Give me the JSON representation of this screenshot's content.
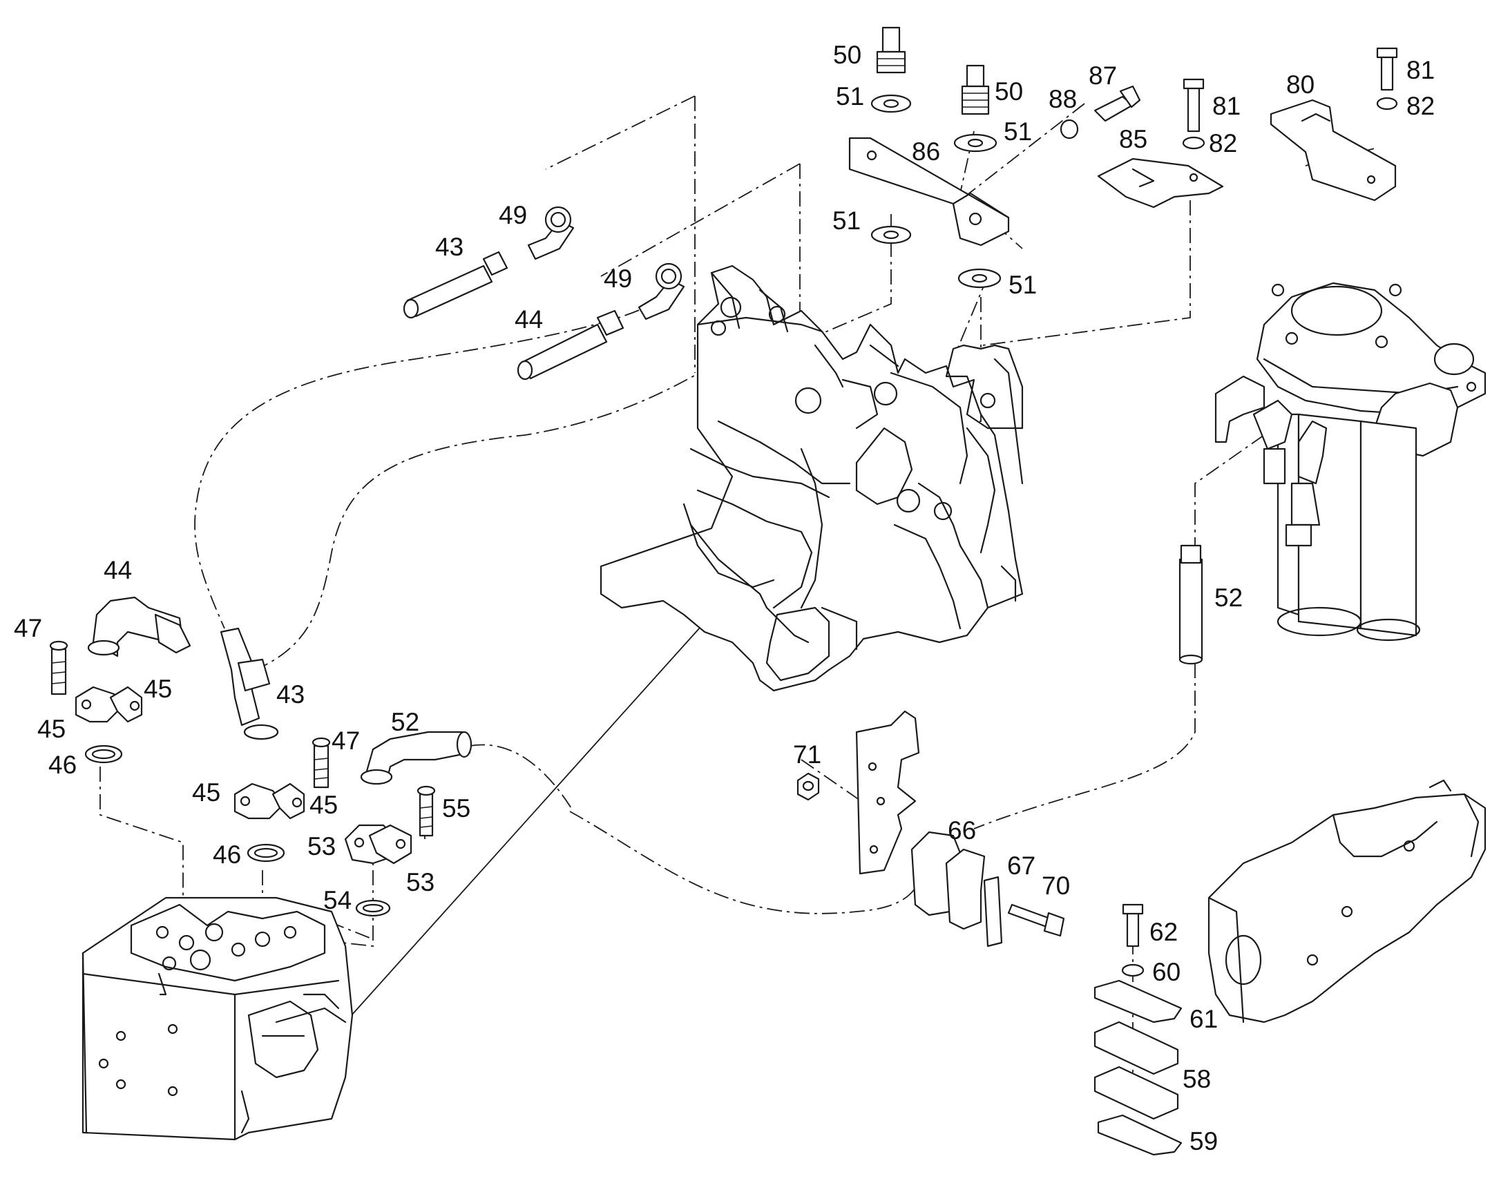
{
  "callouts": [
    {
      "id": "c50a",
      "text": "50"
    },
    {
      "id": "c51a",
      "text": "51"
    },
    {
      "id": "c50b",
      "text": "50"
    },
    {
      "id": "c51b",
      "text": "51"
    },
    {
      "id": "c88",
      "text": "88"
    },
    {
      "id": "c87",
      "text": "87"
    },
    {
      "id": "c86",
      "text": "86"
    },
    {
      "id": "c51c",
      "text": "51"
    },
    {
      "id": "c51d",
      "text": "51"
    },
    {
      "id": "c85",
      "text": "85"
    },
    {
      "id": "c81a",
      "text": "81"
    },
    {
      "id": "c82a",
      "text": "82"
    },
    {
      "id": "c80",
      "text": "80"
    },
    {
      "id": "c81b",
      "text": "81"
    },
    {
      "id": "c82b",
      "text": "82"
    },
    {
      "id": "c49a",
      "text": "49"
    },
    {
      "id": "c43a",
      "text": "43"
    },
    {
      "id": "c49b",
      "text": "49"
    },
    {
      "id": "c44a",
      "text": "44"
    },
    {
      "id": "c44b",
      "text": "44"
    },
    {
      "id": "c47a",
      "text": "47"
    },
    {
      "id": "c45a",
      "text": "45"
    },
    {
      "id": "c45b",
      "text": "45"
    },
    {
      "id": "c46a",
      "text": "46"
    },
    {
      "id": "c43b",
      "text": "43"
    },
    {
      "id": "c52a",
      "text": "52"
    },
    {
      "id": "c47b",
      "text": "47"
    },
    {
      "id": "c45c",
      "text": "45"
    },
    {
      "id": "c45d",
      "text": "45"
    },
    {
      "id": "c55",
      "text": "55"
    },
    {
      "id": "c53a",
      "text": "53"
    },
    {
      "id": "c53b",
      "text": "53"
    },
    {
      "id": "c46b",
      "text": "46"
    },
    {
      "id": "c54",
      "text": "54"
    },
    {
      "id": "c52b",
      "text": "52"
    },
    {
      "id": "c71",
      "text": "71"
    },
    {
      "id": "c66",
      "text": "66"
    },
    {
      "id": "c67",
      "text": "67"
    },
    {
      "id": "c70",
      "text": "70"
    },
    {
      "id": "c62",
      "text": "62"
    },
    {
      "id": "c60",
      "text": "60"
    },
    {
      "id": "c61",
      "text": "61"
    },
    {
      "id": "c58",
      "text": "58"
    },
    {
      "id": "c59",
      "text": "59"
    }
  ]
}
